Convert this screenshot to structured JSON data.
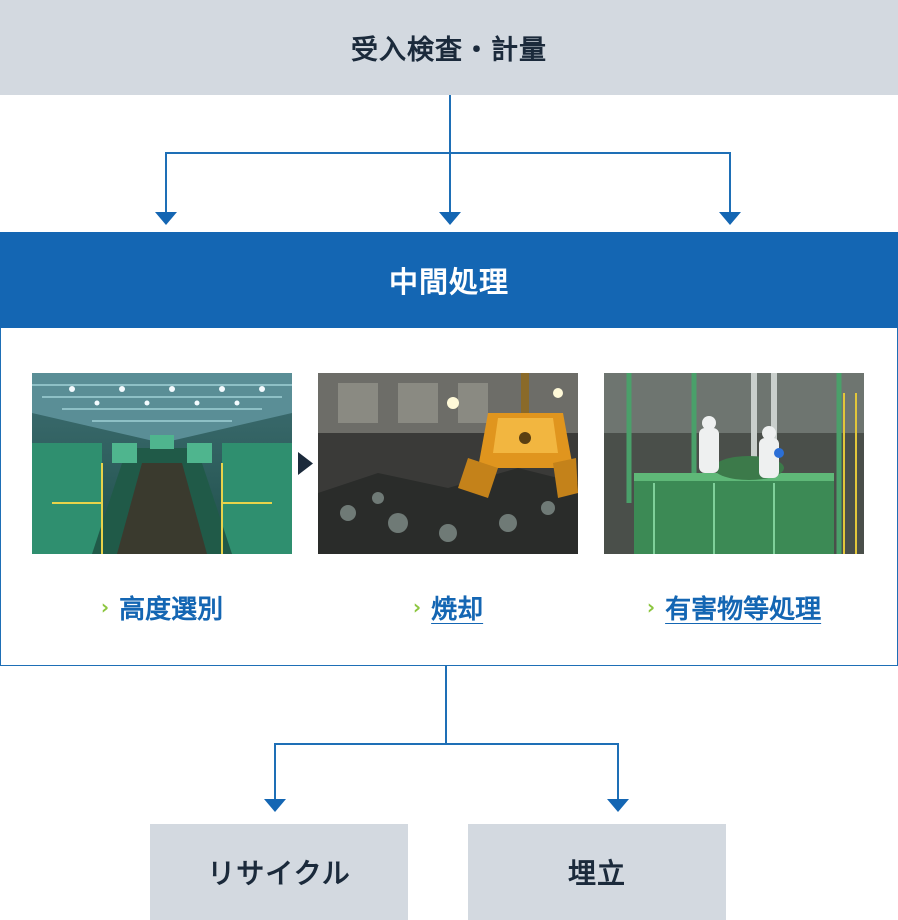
{
  "colors": {
    "primary": "#1466b3",
    "connector": "#1e6fb6",
    "gray_box": "#d3d9e0",
    "text_dark": "#1b2a3b",
    "chevron": "#8cc63f"
  },
  "top": {
    "title": "受入検査・計量"
  },
  "intermediate": {
    "title": "中間処理",
    "processes": [
      {
        "label": "高度選別",
        "photo": "sorting-facility-photo",
        "chevron": "›"
      },
      {
        "label": "焼却",
        "photo": "incineration-crane-photo",
        "chevron": "›"
      },
      {
        "label": "有害物等処理",
        "photo": "hazardous-treatment-photo",
        "chevron": "›"
      }
    ]
  },
  "outputs": [
    {
      "label": "リサイクル"
    },
    {
      "label": "埋立"
    }
  ]
}
